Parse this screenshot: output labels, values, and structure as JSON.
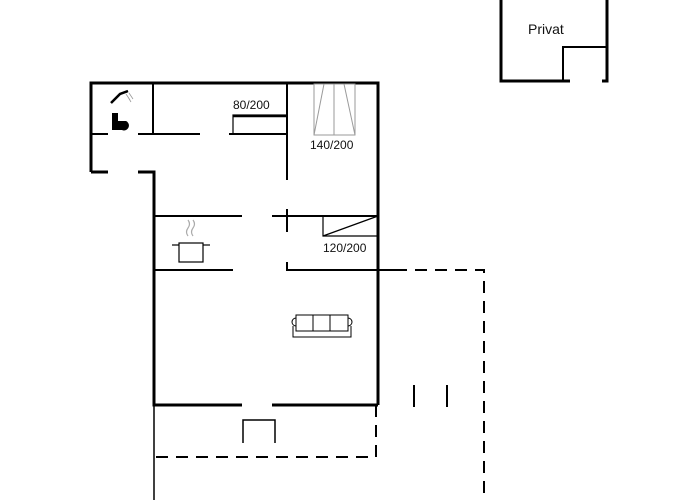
{
  "rooms": {
    "privat_label": "Privat",
    "bed_single_label": "80/200",
    "bed_double_label": "140/200",
    "bed_loft_label": "120/200"
  },
  "icons": [
    "shower-icon",
    "toilet-icon",
    "cooking-pot-icon",
    "sofa-icon"
  ],
  "colors": {
    "wall": "#000000",
    "furniture_gray": "#9a9a9a"
  }
}
